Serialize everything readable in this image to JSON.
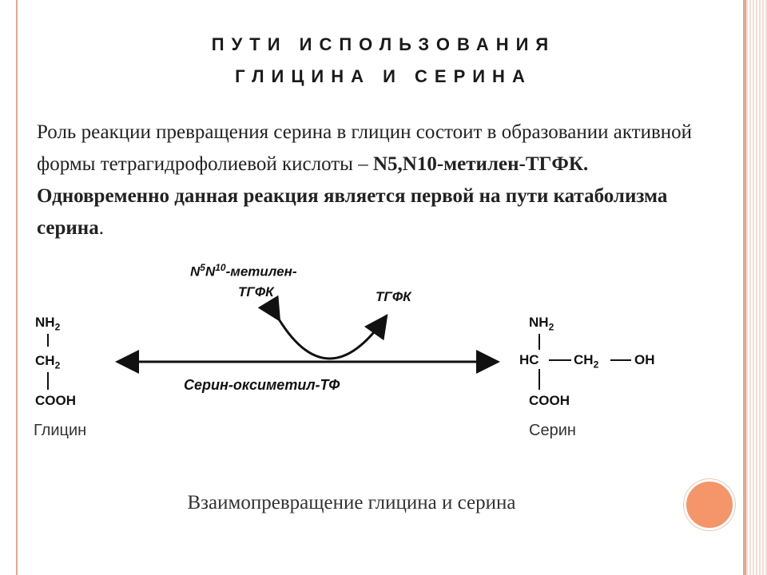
{
  "slide": {
    "title_line1": "ПУТИ ИСПОЛЬЗОВАНИЯ",
    "title_line2": "ГЛИЦИНА И СЕРИНА",
    "body_normal": "Роль реакции превращения серина в глицин состоит в образовании активной формы тетрагидрофолиевой кислоты – ",
    "body_bold": "N5,N10-метилен-ТГФК. Одновременно данная реакция является первой на пути катаболизма серина",
    "body_end": "."
  },
  "diagram": {
    "cofactor_in_line1_N": "N",
    "cofactor_in_line1_sup5": "5",
    "cofactor_in_line1_N2": "N",
    "cofactor_in_line1_sup10": "10",
    "cofactor_in_line1_rest": "-метилен-",
    "cofactor_in_line2": "ТГФК",
    "cofactor_out": "ТГФК",
    "enzyme": "Серин-оксиметил-ТФ",
    "glycine": {
      "nh2_main": "NH",
      "nh2_sub": "2",
      "ch2_main": "CH",
      "ch2_sub": "2",
      "cooh": "COOH",
      "name": "Глицин"
    },
    "serine": {
      "nh2_main": "NH",
      "nh2_sub": "2",
      "chain_hc": "HC",
      "chain_ch2_main": "CH",
      "chain_ch2_sub": "2",
      "chain_oh": "OH",
      "cooh": "COOH",
      "name": "Серин"
    },
    "caption": "Взаимопревращение глицина и серина"
  },
  "colors": {
    "frame": "#e6a78e",
    "accent": "#f5956a"
  }
}
